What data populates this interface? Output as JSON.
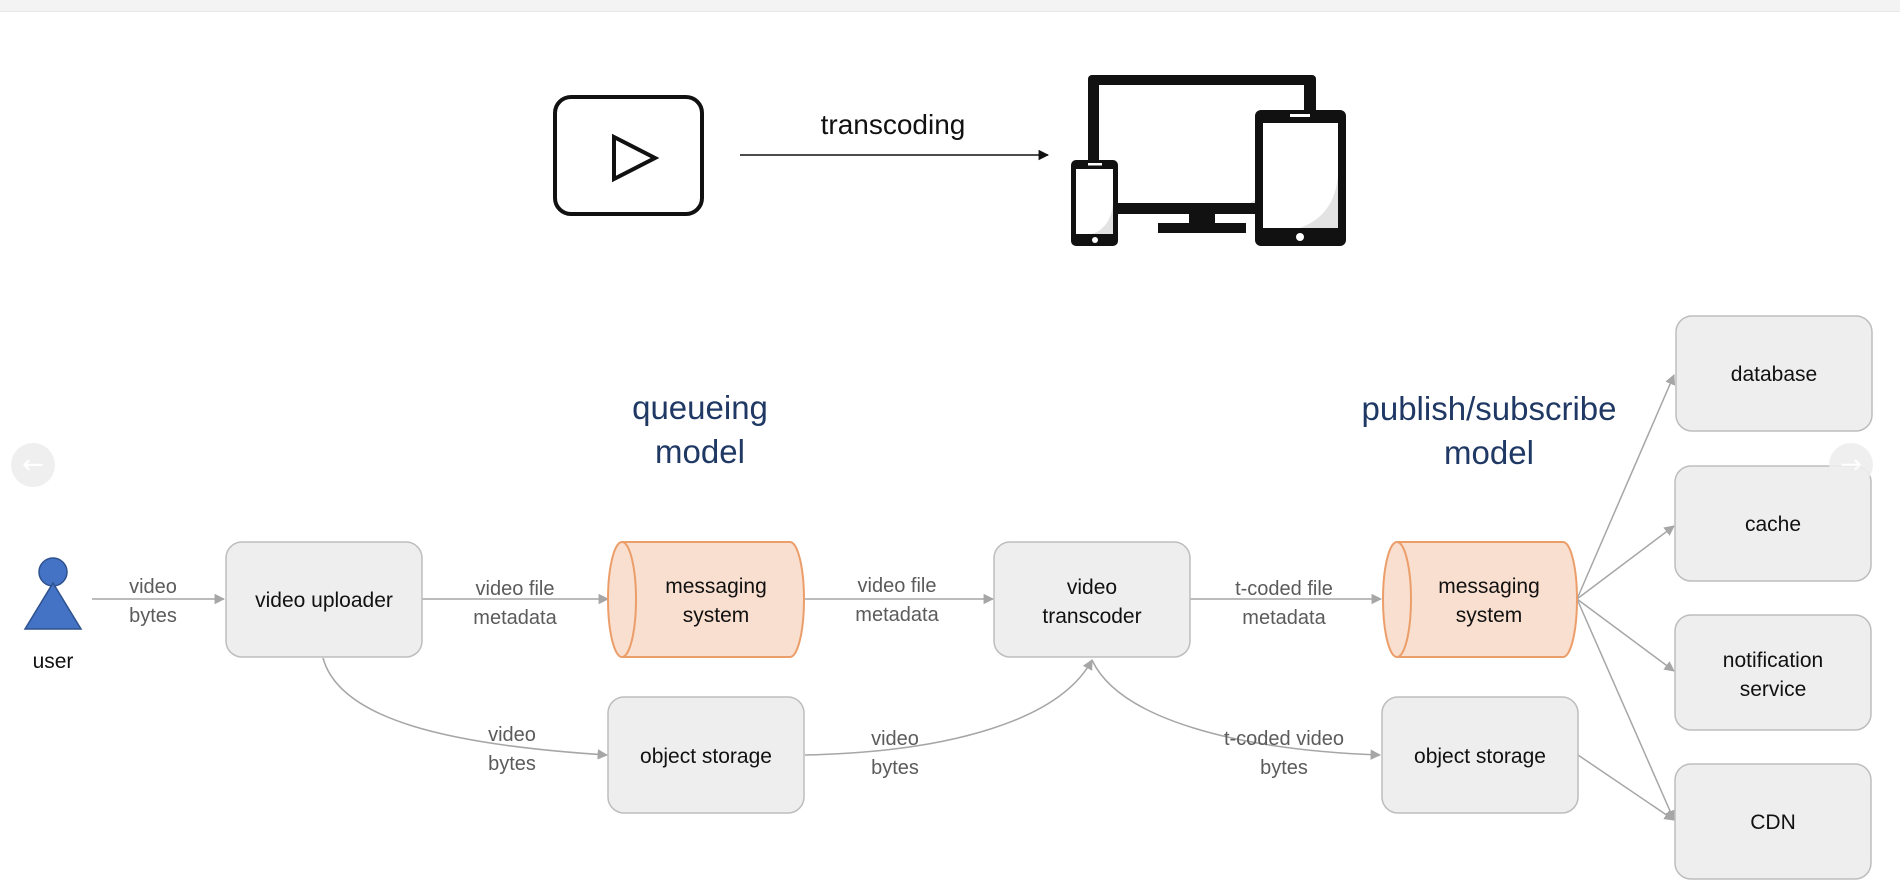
{
  "colors": {
    "box_fill": "#eeeeee",
    "box_stroke": "#bdbdbd",
    "queue_fill": "#f8dfcf",
    "queue_stroke": "#ec9e6a",
    "user_fill": "#4472c4",
    "title_color": "#1f3864",
    "arrow_color": "#a6a6a6"
  },
  "icons": {
    "play": "play-icon",
    "devices": "devices-icon",
    "user": "user-icon",
    "prev": "arrow-left-icon",
    "next": "arrow-right-icon"
  },
  "top": {
    "arrow_label": "transcoding"
  },
  "titles": {
    "queueing": [
      "queueing",
      "model"
    ],
    "pubsub": [
      "publish/subscribe",
      "model"
    ]
  },
  "nodes": {
    "user": "user",
    "video_uploader": "video uploader",
    "messaging_1": [
      "messaging",
      "system"
    ],
    "object_storage_1": "object storage",
    "video_transcoder": [
      "video",
      "transcoder"
    ],
    "messaging_2": [
      "messaging",
      "system"
    ],
    "object_storage_2": "object storage",
    "database": "database",
    "cache": "cache",
    "notification_service": [
      "notification",
      "service"
    ],
    "cdn": "CDN"
  },
  "edges": {
    "user_to_uploader": [
      "video",
      "bytes"
    ],
    "uploader_to_messaging": [
      "video file",
      "metadata"
    ],
    "uploader_to_storage": [
      "video",
      "bytes"
    ],
    "messaging_to_transcoder": [
      "video file",
      "metadata"
    ],
    "storage_to_transcoder": [
      "video",
      "bytes"
    ],
    "transcoder_to_messaging": [
      "t-coded file",
      "metadata"
    ],
    "transcoder_to_storage": [
      "t-coded video",
      "bytes"
    ]
  }
}
